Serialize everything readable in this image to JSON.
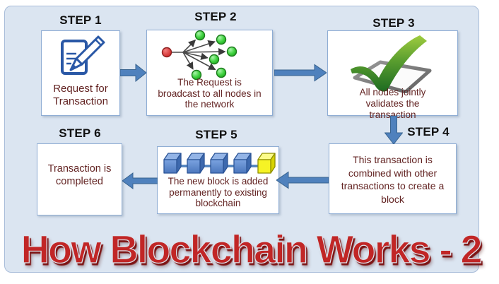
{
  "title": {
    "text": "How Blockchain Works - 2"
  },
  "steps": [
    {
      "label": "STEP 1",
      "text": "Request for Transaction",
      "icon": "document-pencil-icon"
    },
    {
      "label": "STEP 2",
      "text": "The Request is broadcast to all nodes in the network",
      "icon": "broadcast-network-icon"
    },
    {
      "label": "STEP 3",
      "text": "All nodes jointly validates the transaction",
      "icon": "green-checkmark-icon"
    },
    {
      "label": "STEP 4",
      "text": "This transaction is combined with other transactions to create a block"
    },
    {
      "label": "STEP 5",
      "text": "The new block is added permanently to existing blockchain",
      "icon": "blockchain-cubes-icon"
    },
    {
      "label": "STEP 6",
      "text": "Transaction is completed"
    }
  ],
  "colors": {
    "frame-bg": "#dbe5f1",
    "frame-border": "#a8bcd9",
    "box-bg": "#ffffff",
    "box-border": "#8fadd4",
    "arrow-fill": "#4f81bd",
    "arrow-stroke": "#39648f",
    "step-label": "#111111",
    "box-text": "#632423",
    "title-red": "#c12626",
    "node-red": "#d93a3a",
    "node-green": "#3fd23f",
    "cube-blue": "#5b8bd0",
    "cube-yellow": "#f2ef1d"
  }
}
